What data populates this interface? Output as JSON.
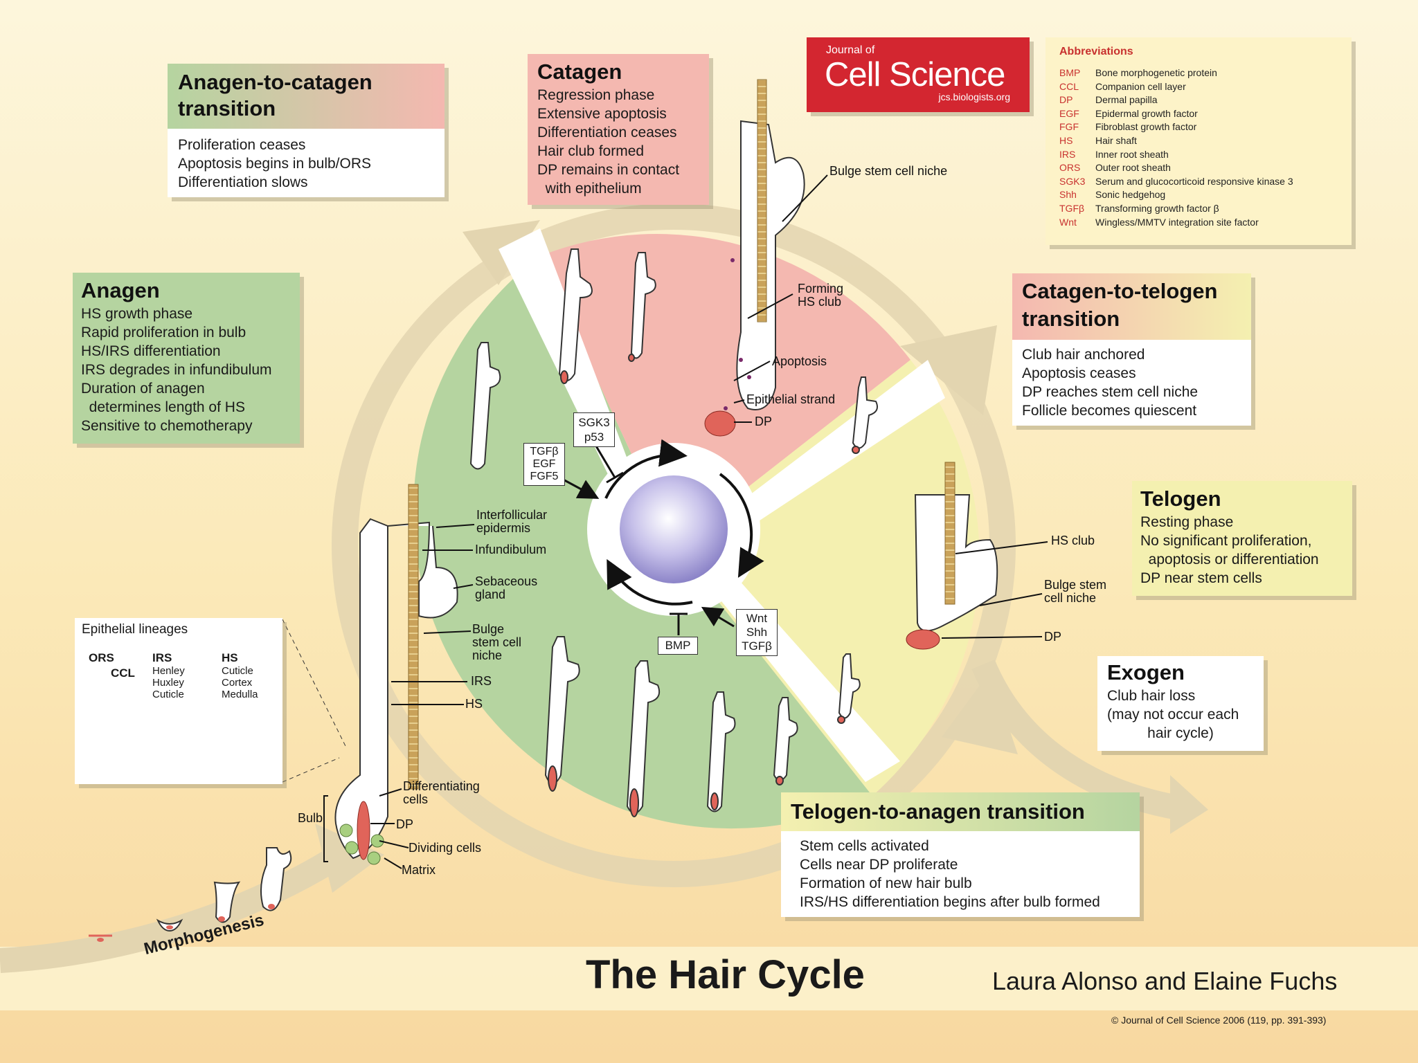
{
  "title": "The Hair Cycle",
  "authors": "Laura Alonso and Elaine Fuchs",
  "copyright": "© Journal of Cell Science 2006 (119, pp. 391-393)",
  "morphogenesis": "Morphogenesis",
  "journal": {
    "small": "Journal of",
    "name": "Cell Science",
    "url": "jcs.biologists.org"
  },
  "abbreviations": {
    "heading": "Abbreviations",
    "items": [
      {
        "k": "BMP",
        "v": "Bone morphogenetic protein"
      },
      {
        "k": "CCL",
        "v": "Companion cell layer"
      },
      {
        "k": "DP",
        "v": "Dermal papilla"
      },
      {
        "k": "EGF",
        "v": "Epidermal growth factor"
      },
      {
        "k": "FGF",
        "v": "Fibroblast growth factor"
      },
      {
        "k": "HS",
        "v": "Hair shaft"
      },
      {
        "k": "IRS",
        "v": "Inner root sheath"
      },
      {
        "k": "ORS",
        "v": "Outer root sheath"
      },
      {
        "k": "SGK3",
        "v": "Serum and glucocorticoid responsive kinase 3"
      },
      {
        "k": "Shh",
        "v": "Sonic hedgehog"
      },
      {
        "k": "TGFβ",
        "v": "Transforming growth factor β"
      },
      {
        "k": "Wnt",
        "v": "Wingless/MMTV integration site factor"
      }
    ]
  },
  "panels": {
    "anagen_to_catagen": {
      "title_1": "Anagen-to-catagen",
      "title_2": "transition",
      "lines": [
        "Proliferation ceases",
        "Apoptosis begins in bulb/ORS",
        "Differentiation slows"
      ]
    },
    "catagen": {
      "title": "Catagen",
      "lines": [
        "Regression phase",
        "Extensive apoptosis",
        "Differentiation ceases",
        "Hair club formed",
        "DP remains in contact",
        "  with epithelium"
      ]
    },
    "anagen": {
      "title": "Anagen",
      "lines": [
        "HS growth phase",
        "Rapid proliferation in bulb",
        "HS/IRS differentiation",
        "IRS degrades in infundibulum",
        "Duration of anagen",
        "  determines length of HS",
        "Sensitive to chemotherapy"
      ]
    },
    "catagen_to_telogen": {
      "title_1": "Catagen-to-telogen",
      "title_2": "transition",
      "lines": [
        "Club hair anchored",
        "Apoptosis ceases",
        "DP reaches stem cell niche",
        "Follicle becomes quiescent"
      ]
    },
    "telogen": {
      "title": "Telogen",
      "lines": [
        "Resting phase",
        "No significant proliferation,",
        "  apoptosis or differentiation",
        "DP near stem cells"
      ]
    },
    "exogen": {
      "title": "Exogen",
      "lines": [
        "Club hair loss",
        "(may not occur each",
        "hair cycle)"
      ]
    },
    "telogen_to_anagen": {
      "title": "Telogen-to-anagen transition",
      "lines": [
        "Stem cells activated",
        "Cells near DP proliferate",
        "Formation of new hair bulb",
        "IRS/HS differentiation begins after bulb formed"
      ]
    }
  },
  "signals": {
    "sgk3": [
      "SGK3",
      "p53"
    ],
    "tgf": [
      "TGFβ",
      "EGF",
      "FGF5"
    ],
    "bmp": [
      "BMP"
    ],
    "wnt": [
      "Wnt",
      "Shh",
      "TGFβ"
    ]
  },
  "labels": {
    "bulge_top": "Bulge stem cell niche",
    "forming_club": [
      "Forming",
      "HS club"
    ],
    "apoptosis": "Apoptosis",
    "epithelial_strand": "Epithelial strand",
    "dp_catagen": "DP",
    "hs_club": "HS club",
    "bulge_telogen": [
      "Bulge stem",
      "cell niche"
    ],
    "dp_telogen": "DP",
    "interfollicular": [
      "Interfollicular",
      "epidermis"
    ],
    "infundibulum": "Infundibulum",
    "sebaceous": [
      "Sebaceous",
      "gland"
    ],
    "bulge_anagen": [
      "Bulge",
      "stem cell",
      "niche"
    ],
    "irs": "IRS",
    "hs": "HS",
    "differentiating": [
      "Differentiating",
      "cells"
    ],
    "bulb": "Bulb",
    "dp_anagen": "DP",
    "dividing": "Dividing cells",
    "matrix": "Matrix"
  },
  "lineages": {
    "title": "Epithelial lineages",
    "ors": "ORS",
    "ccl": "CCL",
    "irs": "IRS",
    "irs_layers": [
      "Henley",
      "Huxley",
      "Cuticle"
    ],
    "hs": "HS",
    "hs_layers": [
      "Cuticle",
      "Cortex",
      "Medulla"
    ]
  },
  "colors": {
    "anagen_green": "#b5d4a0",
    "catagen_pink": "#f4b8b0",
    "telogen_yellow": "#f4f0b0",
    "journal_red": "#d32630",
    "abbr_red": "#c8312f",
    "hair_shaft": "#c9a25a",
    "dp_red": "#e0645a"
  }
}
